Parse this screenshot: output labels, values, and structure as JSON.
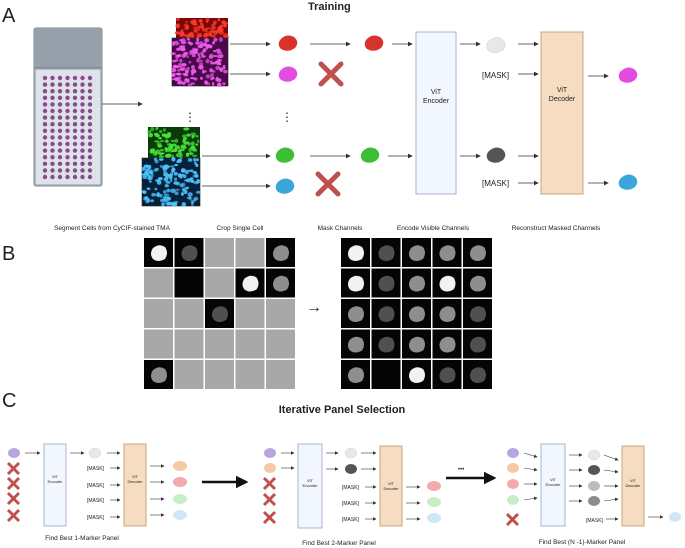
{
  "panel_letters": {
    "a": "A",
    "b": "B",
    "c": "C"
  },
  "panel_a": {
    "title": "Training",
    "ellipsis": "⋮",
    "encoder_label_1": "ViT",
    "encoder_label_2": "Encoder",
    "decoder_label_1": "ViT",
    "decoder_label_2": "Decoder",
    "mask_token": "[MASK]",
    "step_labels": [
      "Segment Cells from CyCIF-stained TMA",
      "Crop Single Cell",
      "Mask Channels",
      "Encode Visible Channels",
      "Reconstruct Masked Channels"
    ],
    "colors": {
      "red": "#d9312b",
      "magenta": "#e24de0",
      "green": "#3dbf35",
      "blue": "#3ba6dc",
      "gray_light": "#e8e8e8",
      "gray_dark": "#555555",
      "cross": "#c0504d",
      "encoder_fill": "#f2f6ff",
      "decoder_fill": "#f6dcc0"
    }
  },
  "panel_b": {
    "arrow": "→"
  },
  "panel_c": {
    "title": "Iterative Panel Selection",
    "encoder_label_1": "ViT",
    "encoder_label_2": "Encoder",
    "decoder_label_1": "ViT",
    "decoder_label_2": "Decoder",
    "mask_token": "[MASK]",
    "ellipsis": "•••",
    "captions": [
      "Find Best 1-Marker Panel",
      "Find Best 2-Marker Panel",
      "Find Best  (N -1)-Marker Panel"
    ],
    "colors": {
      "lavender": "#b5a6dd",
      "peach": "#f7c7a6",
      "pink": "#f4a9ad",
      "mint": "#c9edc5",
      "sky": "#cfe7f7"
    }
  }
}
